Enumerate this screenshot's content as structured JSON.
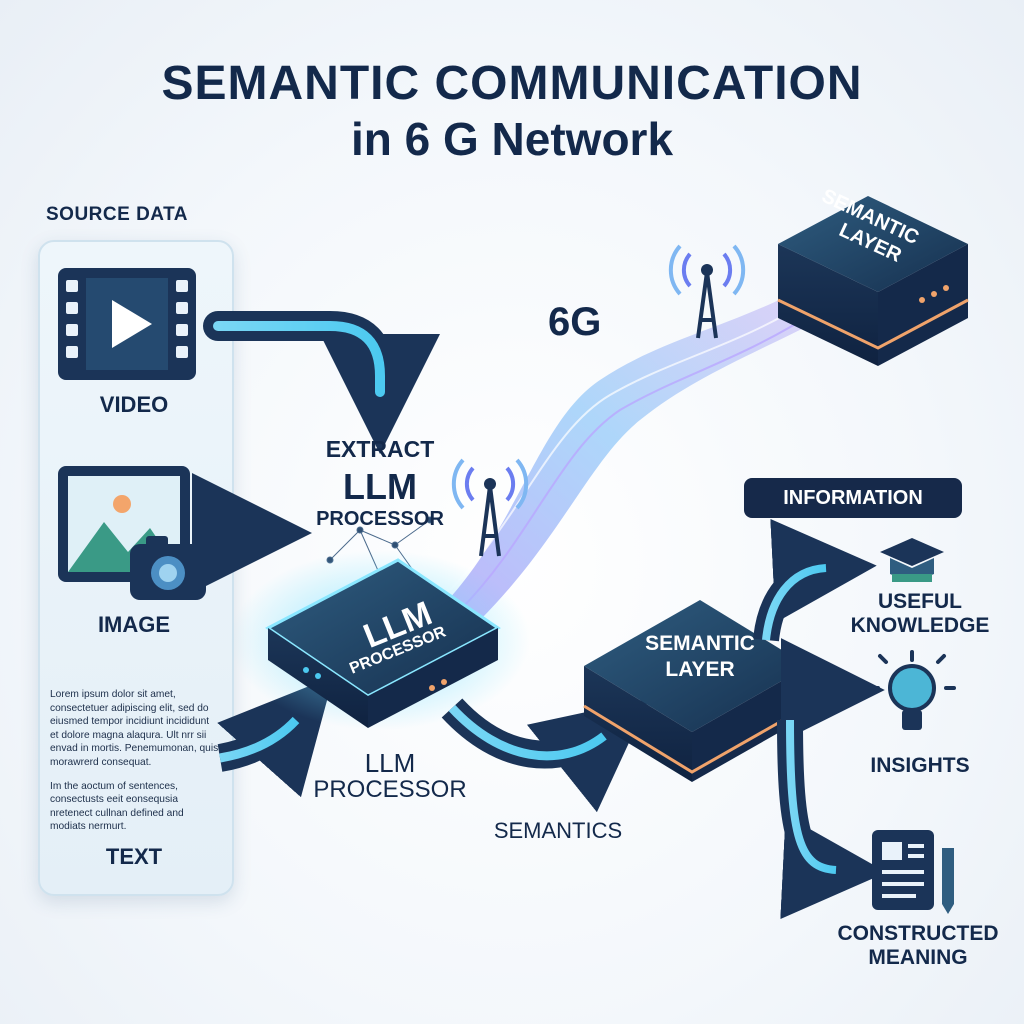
{
  "title": {
    "line1": "SEMANTIC COMMUNICATION",
    "line2": "in 6 G Network"
  },
  "source": {
    "heading": "SOURCE DATA",
    "items": [
      {
        "label": "VIDEO",
        "icon": "video-film-icon"
      },
      {
        "label": "IMAGE",
        "icon": "image-camera-icon"
      },
      {
        "label": "TEXT",
        "icon": "text-block-icon"
      }
    ],
    "lorem": [
      "Lorem ipsum dolor sit amet, consectetuer adipiscing elit, sed do eiusmed tempor incidiunt incididunt et dolore magna alaqura. Ult nrr sii envad in mortis. Penemumonan, quis morawrerd consequat.",
      "Im the aoctum of sentences, consectusts eeit eonsequsia nretenect cullnan defined and modiats nermurt."
    ]
  },
  "processor": {
    "extract_label": "EXTRACT",
    "llm_label": "LLM",
    "processor_label": "PROCESSOR",
    "chip_line1": "LLM",
    "chip_line2": "PROCESSOR",
    "bottom_line1": "LLM",
    "bottom_line2": "PROCESSOR"
  },
  "network": {
    "label": "6G"
  },
  "semantic_top": {
    "line1": "SEMANTIC",
    "line2": "LAYER"
  },
  "semantic_mid": {
    "line1": "SEMANTIC",
    "line2": "LAYER"
  },
  "semantics_label": "SEMANTICS",
  "information": {
    "badge": "INFORMATION",
    "outputs": [
      {
        "line1": "USEFUL",
        "line2": "KNOWLEDGE",
        "icon": "graduation-cap-icon"
      },
      {
        "line1": "INSIGHTS",
        "line2": "",
        "icon": "lightbulb-icon"
      },
      {
        "line1": "CONSTRUCTED",
        "line2": "MEANING",
        "icon": "document-pen-icon"
      }
    ]
  },
  "colors": {
    "navy": "#13294b",
    "cyan": "#4cc9f0",
    "purple": "#8b7cf6",
    "orange": "#f0a36b"
  }
}
